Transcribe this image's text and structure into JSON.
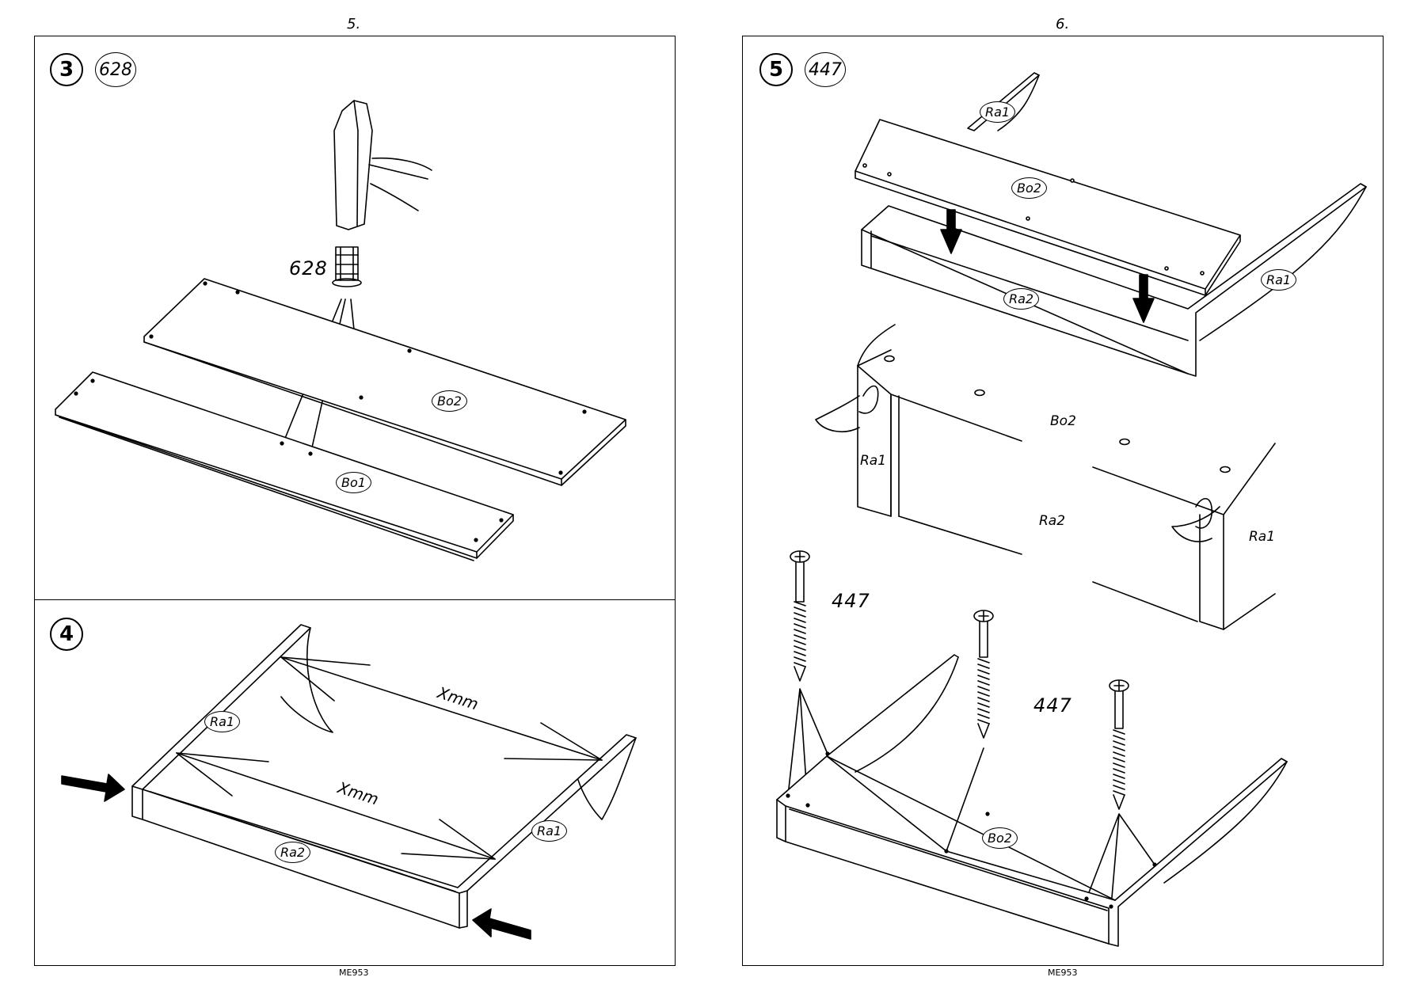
{
  "left_page": {
    "page_number": "5.",
    "footer_code": "ME953",
    "step3": {
      "step_number": "3",
      "part_badge": "628",
      "part_label": "628",
      "board_labels": [
        "Bo2",
        "Bo1"
      ]
    },
    "step4": {
      "step_number": "4",
      "dimension_labels": [
        "Xmm",
        "Xmm"
      ],
      "part_labels": [
        "Ra1",
        "Ra1",
        "Ra2"
      ]
    }
  },
  "right_page": {
    "page_number": "6.",
    "footer_code": "ME953",
    "step5": {
      "step_number": "5",
      "part_badge": "447",
      "top_labels": [
        "Ra1",
        "Bo2",
        "Ra2",
        "Ra1"
      ],
      "detail_labels": [
        "Bo2",
        "Ra1",
        "Ra2",
        "Ra1"
      ],
      "screw_labels": [
        "447",
        "447"
      ],
      "bottom_label": "Bo2"
    }
  }
}
